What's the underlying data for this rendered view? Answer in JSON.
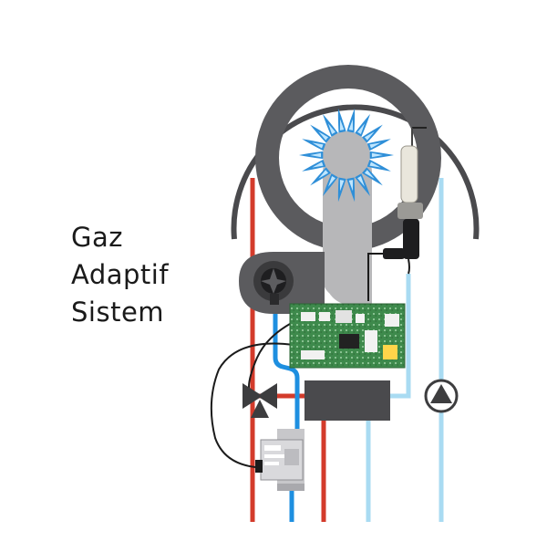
{
  "title_lines": [
    "Gaz",
    "Adaptif",
    "Sistem"
  ],
  "colors": {
    "background": "#ffffff",
    "housing": "#5b5b5e",
    "arc": "#4a4a4d",
    "burner": "#b7b7b9",
    "flame": "#2f8fd8",
    "hot_pipe": "#d33b2b",
    "cold_pipe": "#a9dbf2",
    "gas_pipe": "#1e8fe0",
    "wire": "#1b1b1b",
    "pcb": "#3e8a4c"
  },
  "icons": [
    "flue-arc",
    "heat-exchanger-ring",
    "burner-flame-icon",
    "ignition-electrode-icon",
    "fan-icon",
    "control-board-icon",
    "gas-valve-icon",
    "heat-exchanger-block",
    "pump-icon",
    "three-way-valve-icon"
  ]
}
